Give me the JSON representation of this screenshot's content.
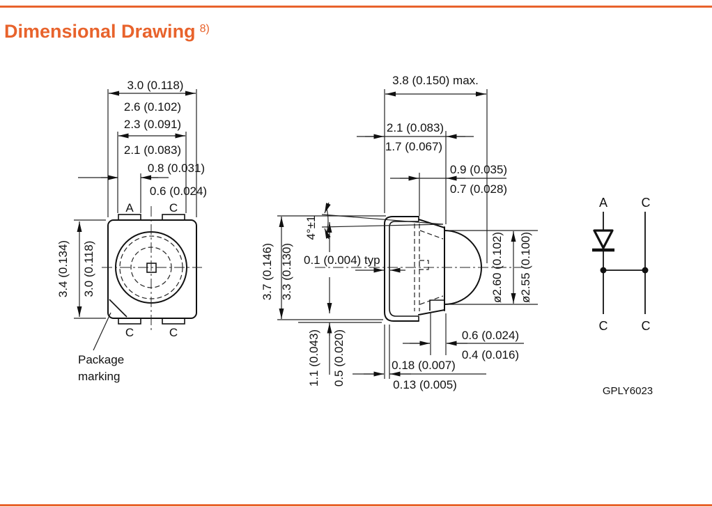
{
  "header": {
    "accent_color": "#E8632C",
    "title": "Dimensional Drawing",
    "footnote_ref": "8)"
  },
  "top_view": {
    "dim_3_0": "3.0 (0.118)",
    "dim_2_6": "2.6 (0.102)",
    "dim_2_3": "2.3 (0.091)",
    "dim_2_1": "2.1 (0.083)",
    "dim_0_8": "0.8 (0.031)",
    "dim_0_6": "0.6 (0.024)",
    "dim_3_4_v": "3.4 (0.134)",
    "dim_3_0_v": "3.0 (0.118)",
    "pad_top_left": "A",
    "pad_top_right": "C",
    "pad_bottom_left": "C",
    "pad_bottom_right": "C",
    "callout_line1": "Package",
    "callout_line2": "marking"
  },
  "side_view": {
    "dim_3_8": "3.8 (0.150) max.",
    "dim_2_1": "2.1 (0.083)",
    "dim_1_7": "1.7 (0.067)",
    "dim_0_9": "0.9 (0.035)",
    "dim_0_7": "0.7 (0.028)",
    "angle": "4°±1",
    "dim_0_1_typ": "0.1 (0.004) typ",
    "dim_3_7_v": "3.7 (0.146)",
    "dim_3_3_v": "3.3 (0.130)",
    "dia_2_60": "ø2.60 (0.102)",
    "dia_2_55": "ø2.55 (0.100)",
    "dim_1_1_v": "1.1 (0.043)",
    "dim_0_5_v": "0.5 (0.020)",
    "dim_0_18": "0.18 (0.007)",
    "dim_0_13": "0.13 (0.005)",
    "dim_0_6": "0.6 (0.024)",
    "dim_0_4": "0.4 (0.016)"
  },
  "circuit": {
    "anode_top": "A",
    "cathode_top": "C",
    "cathode_bottom_left": "C",
    "cathode_bottom_right": "C",
    "code": "GPLY6023"
  }
}
